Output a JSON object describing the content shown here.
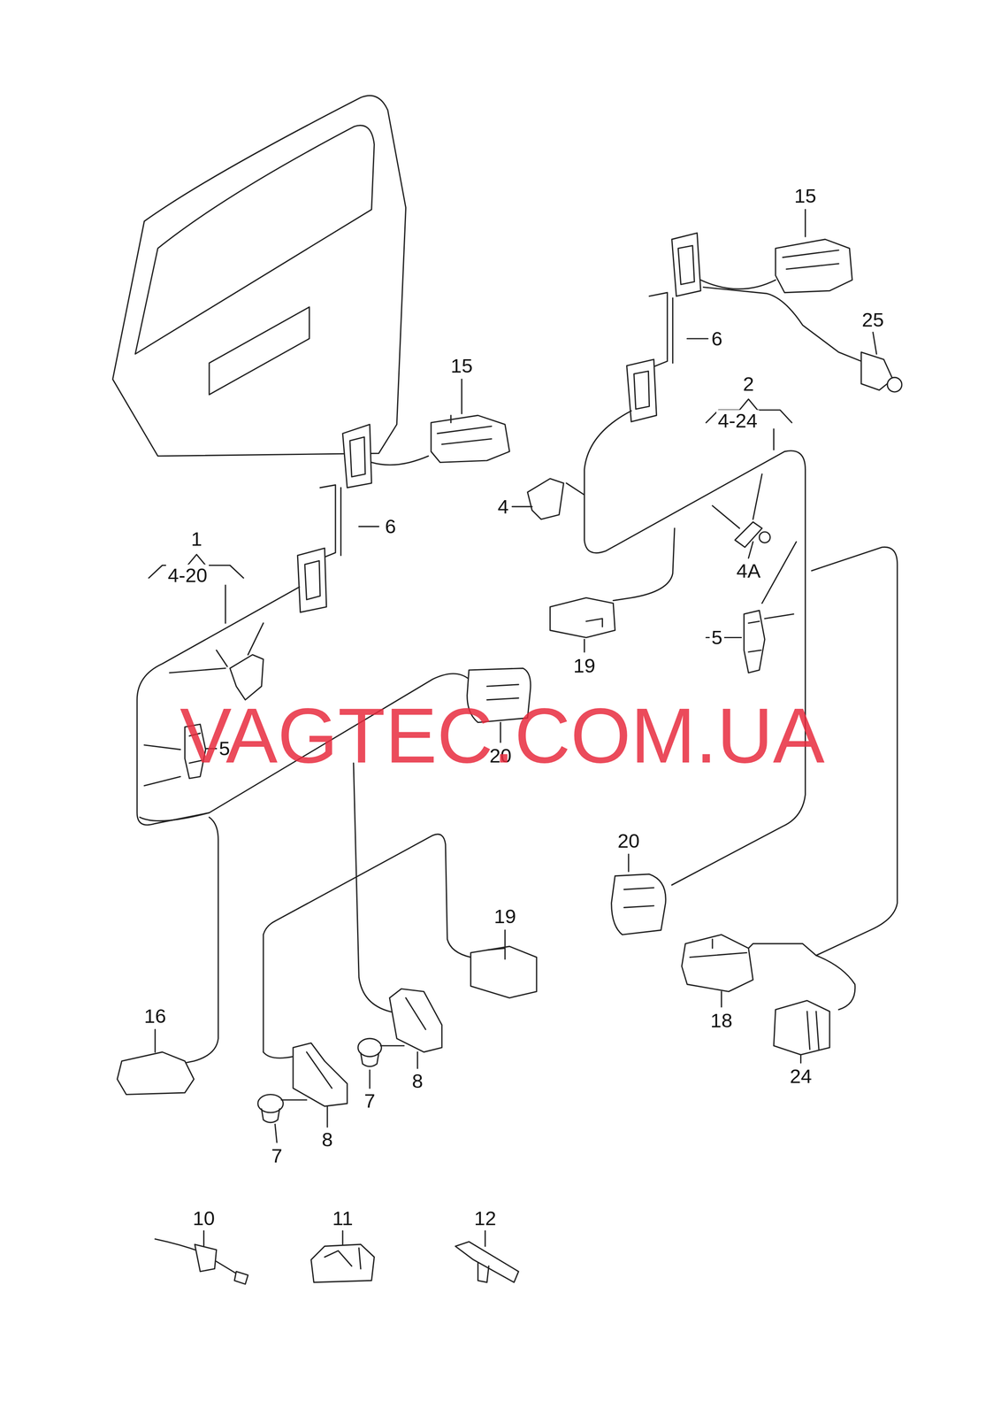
{
  "diagram": {
    "labels": [
      "15",
      "25",
      "6",
      "2",
      "4-24",
      "15",
      "4",
      "4A",
      "1",
      "4-20",
      "6",
      "19",
      "5",
      "5",
      "20",
      "VAGTEC.COM.UA",
      "20",
      "19",
      "16",
      "18",
      "24",
      "7",
      "8",
      "8",
      "7",
      "10",
      "11",
      "12"
    ]
  }
}
